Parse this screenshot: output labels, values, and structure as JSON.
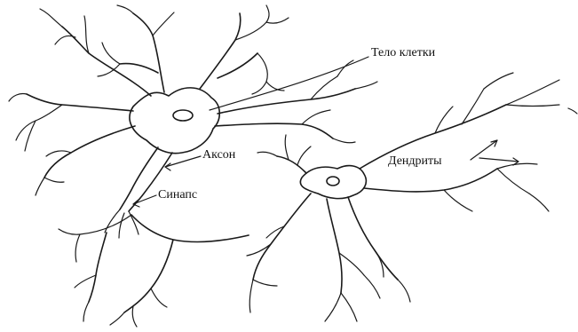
{
  "diagram": {
    "labels": {
      "cell_body": "Тело клетки",
      "axon": "Аксон",
      "synapse": "Синапс",
      "dendrites": "Дендриты"
    },
    "colors": {
      "line": "#1a1a1a",
      "background": "#ffffff"
    }
  }
}
